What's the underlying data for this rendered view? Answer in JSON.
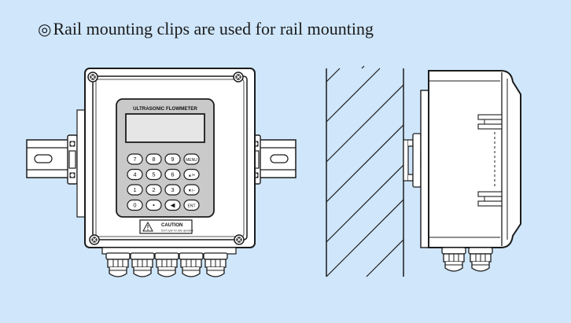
{
  "heading": {
    "marker": "◎",
    "text": "Rail mounting clips are used for rail mounting"
  },
  "device": {
    "panel_title": "ULTRASONIC FLOWMETER",
    "keys": [
      [
        "7",
        "8",
        "9",
        "MENU"
      ],
      [
        "4",
        "5",
        "6",
        "▲/+"
      ],
      [
        "1",
        "2",
        "3",
        "▼/−"
      ],
      [
        "0",
        "•",
        "◀",
        "ENT"
      ]
    ],
    "caution_title": "CAUTION",
    "caution_text": "Don't open for safe operation"
  },
  "colors": {
    "background": "#cfe6fb",
    "line": "#1c1c1c",
    "panel": "#c9c9c9",
    "lcd": "#e6e6e6"
  },
  "icons": [
    "screw-icon",
    "warning-triangle-icon"
  ]
}
